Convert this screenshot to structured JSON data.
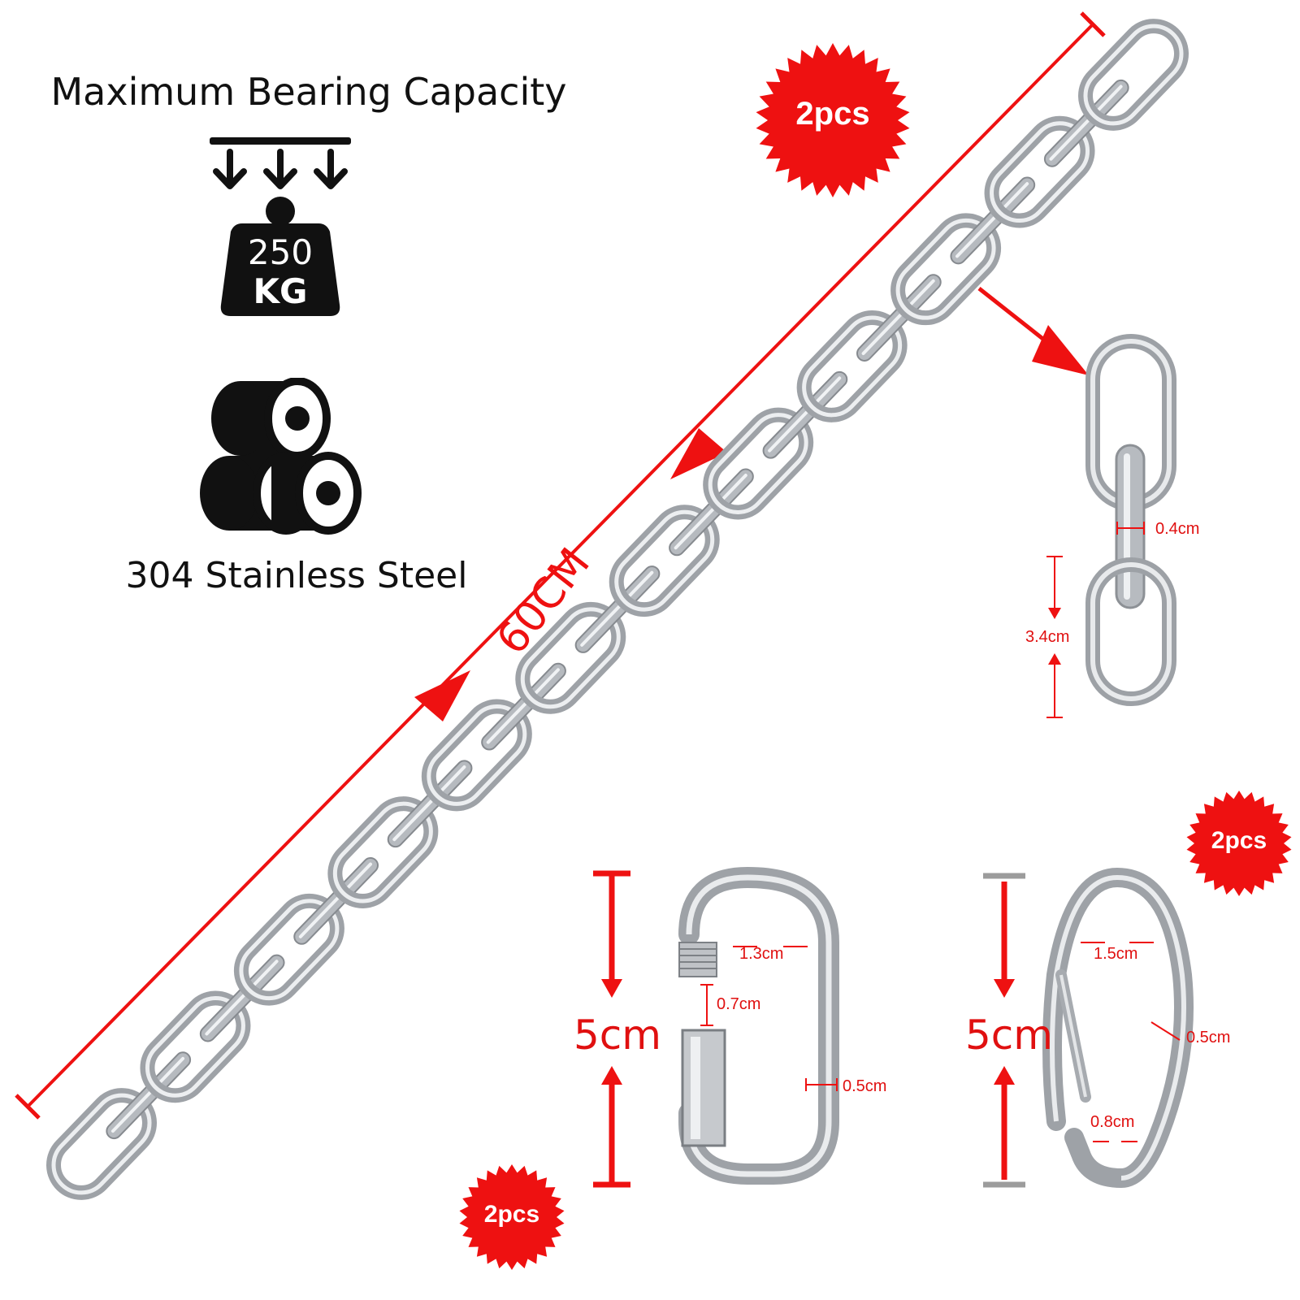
{
  "capacity": {
    "title": "Maximum Bearing Capacity",
    "weight_value": "250",
    "weight_unit": "KG"
  },
  "material": {
    "label": "304 Stainless Steel"
  },
  "chain": {
    "length_label": "60CM",
    "badge": "2pcs",
    "link_wire": "0.4cm",
    "link_length": "3.4cm"
  },
  "quick_link": {
    "badge": "2pcs",
    "height": "5cm",
    "opening": "1.3cm",
    "gap": "0.7cm",
    "wire": "0.5cm"
  },
  "snap_hook": {
    "badge": "2pcs",
    "height": "5cm",
    "opening": "1.5cm",
    "wire": "0.5cm",
    "gate": "0.8cm"
  },
  "colors": {
    "accent": "#ee1111",
    "steel": "#b9bcc1",
    "ink": "#111111"
  }
}
